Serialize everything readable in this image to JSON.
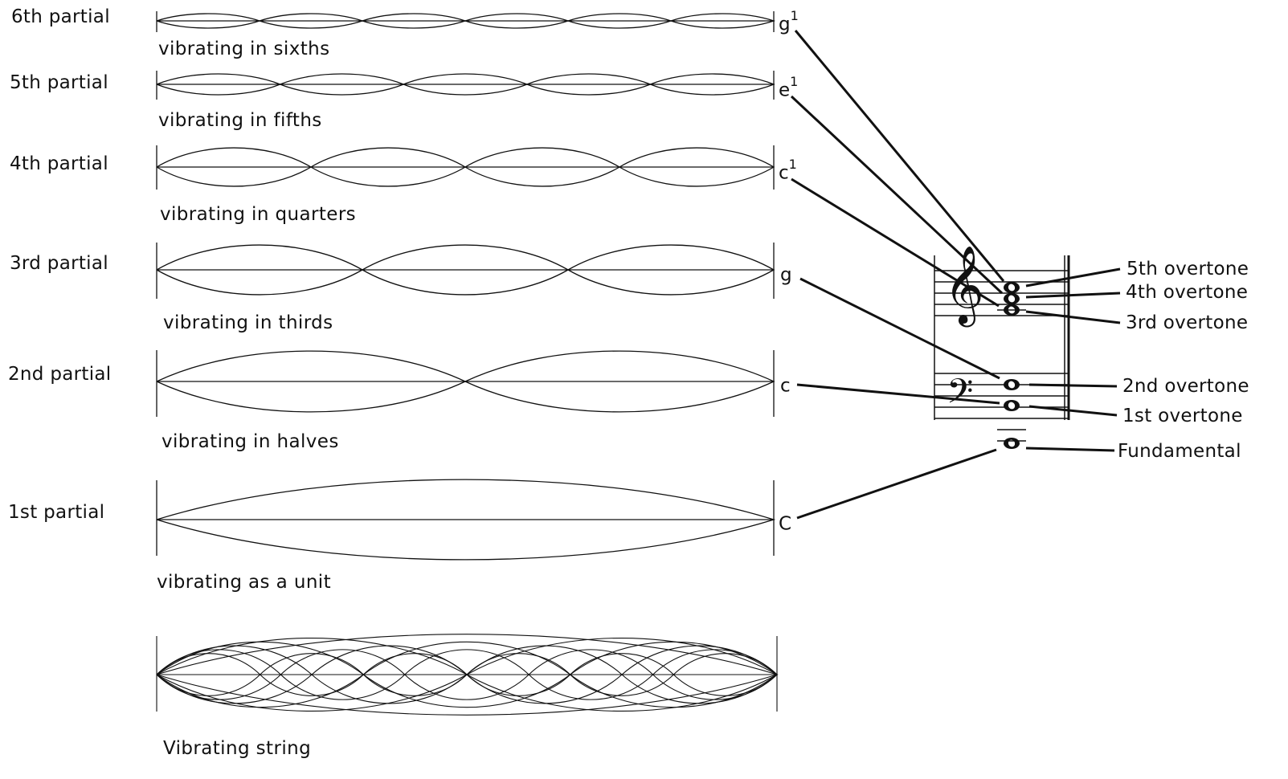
{
  "rows": [
    {
      "partial": "6th partial",
      "caption": "vibrating in sixths",
      "note": "g",
      "sup": "1",
      "segments": 6
    },
    {
      "partial": "5th partial",
      "caption": "vibrating in fifths",
      "note": "e",
      "sup": "1",
      "segments": 5
    },
    {
      "partial": "4th partial",
      "caption": "vibrating in quarters",
      "note": "c",
      "sup": "1",
      "segments": 4
    },
    {
      "partial": "3rd partial",
      "caption": "vibrating in thirds",
      "note": "g",
      "sup": "",
      "segments": 3
    },
    {
      "partial": "2nd partial",
      "caption": "vibrating in halves",
      "note": "c",
      "sup": "",
      "segments": 2
    },
    {
      "partial": "1st partial",
      "caption": "vibrating as a unit",
      "note": "C",
      "sup": "",
      "segments": 1
    }
  ],
  "composite_caption": "Vibrating string",
  "overtones": [
    "5th overtone",
    "4th overtone",
    "3rd overtone",
    "2nd overtone",
    "1st overtone",
    "Fundamental"
  ]
}
